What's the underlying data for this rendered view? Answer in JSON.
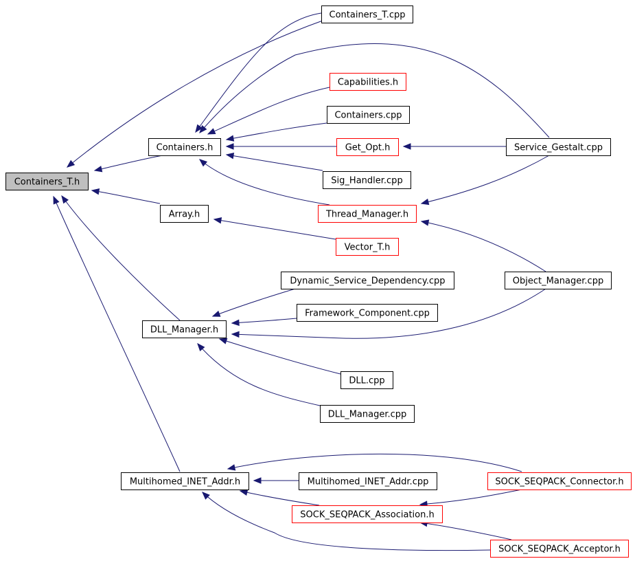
{
  "graph": {
    "colors": {
      "edge": "#191970",
      "node_border": "#000000",
      "node_border_external": "#ff0000",
      "node_fill": "#ffffff",
      "root_fill": "#bfbfbf"
    },
    "nodes": [
      {
        "id": "containers_t_h",
        "label": "Containers_T.h",
        "style": "root"
      },
      {
        "id": "containers_t_cpp",
        "label": "Containers_T.cpp",
        "style": "normal"
      },
      {
        "id": "capabilities_h",
        "label": "Capabilities.h",
        "style": "red"
      },
      {
        "id": "containers_cpp",
        "label": "Containers.cpp",
        "style": "normal"
      },
      {
        "id": "containers_h",
        "label": "Containers.h",
        "style": "normal"
      },
      {
        "id": "get_opt_h",
        "label": "Get_Opt.h",
        "style": "red"
      },
      {
        "id": "service_gestalt_cpp",
        "label": "Service_Gestalt.cpp",
        "style": "normal"
      },
      {
        "id": "sig_handler_cpp",
        "label": "Sig_Handler.cpp",
        "style": "normal"
      },
      {
        "id": "array_h",
        "label": "Array.h",
        "style": "normal"
      },
      {
        "id": "thread_manager_h",
        "label": "Thread_Manager.h",
        "style": "red"
      },
      {
        "id": "vector_t_h",
        "label": "Vector_T.h",
        "style": "red"
      },
      {
        "id": "dynamic_service_dependency_cpp",
        "label": "Dynamic_Service_Dependency.cpp",
        "style": "normal"
      },
      {
        "id": "object_manager_cpp",
        "label": "Object_Manager.cpp",
        "style": "normal"
      },
      {
        "id": "framework_component_cpp",
        "label": "Framework_Component.cpp",
        "style": "normal"
      },
      {
        "id": "dll_manager_h",
        "label": "DLL_Manager.h",
        "style": "normal"
      },
      {
        "id": "dll_cpp",
        "label": "DLL.cpp",
        "style": "normal"
      },
      {
        "id": "dll_manager_cpp",
        "label": "DLL_Manager.cpp",
        "style": "normal"
      },
      {
        "id": "multihomed_inet_addr_h",
        "label": "Multihomed_INET_Addr.h",
        "style": "normal"
      },
      {
        "id": "multihomed_inet_addr_cpp",
        "label": "Multihomed_INET_Addr.cpp",
        "style": "normal"
      },
      {
        "id": "sock_seqpack_connector_h",
        "label": "SOCK_SEQPACK_Connector.h",
        "style": "red"
      },
      {
        "id": "sock_seqpack_association_h",
        "label": "SOCK_SEQPACK_Association.h",
        "style": "red"
      },
      {
        "id": "sock_seqpack_acceptor_h",
        "label": "SOCK_SEQPACK_Acceptor.h",
        "style": "red"
      }
    ],
    "edges": [
      {
        "from": "containers_t_cpp",
        "to": "containers_t_h"
      },
      {
        "from": "containers_h",
        "to": "containers_t_h"
      },
      {
        "from": "array_h",
        "to": "containers_t_h"
      },
      {
        "from": "dll_manager_h",
        "to": "containers_t_h"
      },
      {
        "from": "multihomed_inet_addr_h",
        "to": "containers_t_h"
      },
      {
        "from": "containers_t_cpp",
        "to": "containers_h"
      },
      {
        "from": "service_gestalt_cpp",
        "to": "containers_h"
      },
      {
        "from": "capabilities_h",
        "to": "containers_h"
      },
      {
        "from": "containers_cpp",
        "to": "containers_h"
      },
      {
        "from": "get_opt_h",
        "to": "containers_h"
      },
      {
        "from": "sig_handler_cpp",
        "to": "containers_h"
      },
      {
        "from": "thread_manager_h",
        "to": "containers_h"
      },
      {
        "from": "service_gestalt_cpp",
        "to": "get_opt_h"
      },
      {
        "from": "service_gestalt_cpp",
        "to": "thread_manager_h"
      },
      {
        "from": "object_manager_cpp",
        "to": "thread_manager_h"
      },
      {
        "from": "vector_t_h",
        "to": "array_h"
      },
      {
        "from": "dynamic_service_dependency_cpp",
        "to": "dll_manager_h"
      },
      {
        "from": "framework_component_cpp",
        "to": "dll_manager_h"
      },
      {
        "from": "object_manager_cpp",
        "to": "dll_manager_h"
      },
      {
        "from": "dll_cpp",
        "to": "dll_manager_h"
      },
      {
        "from": "dll_manager_cpp",
        "to": "dll_manager_h"
      },
      {
        "from": "sock_seqpack_connector_h",
        "to": "multihomed_inet_addr_h"
      },
      {
        "from": "multihomed_inet_addr_cpp",
        "to": "multihomed_inet_addr_h"
      },
      {
        "from": "sock_seqpack_association_h",
        "to": "multihomed_inet_addr_h"
      },
      {
        "from": "sock_seqpack_acceptor_h",
        "to": "multihomed_inet_addr_h"
      },
      {
        "from": "sock_seqpack_connector_h",
        "to": "sock_seqpack_association_h"
      },
      {
        "from": "sock_seqpack_acceptor_h",
        "to": "sock_seqpack_association_h"
      }
    ]
  }
}
